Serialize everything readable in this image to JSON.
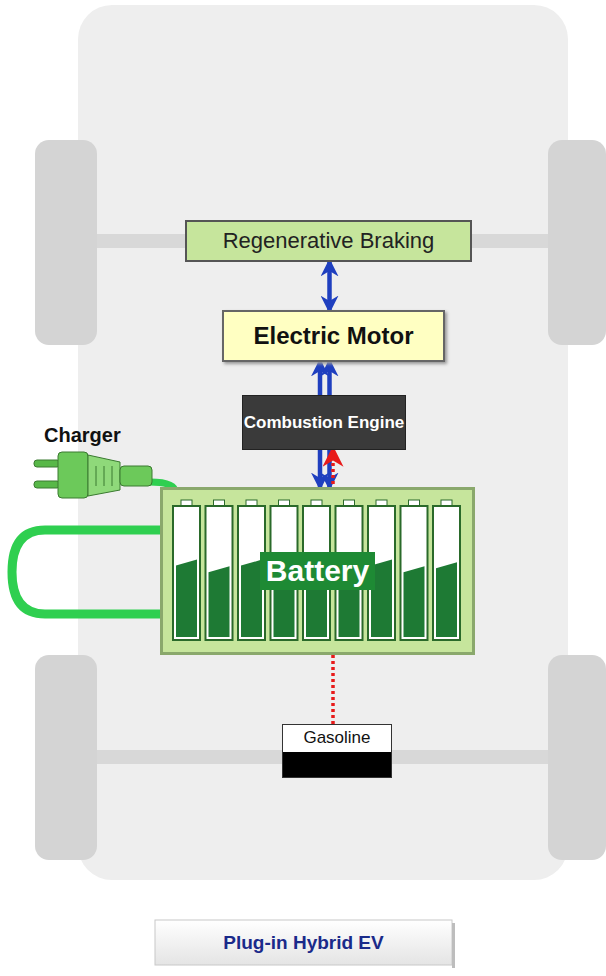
{
  "diagram": {
    "caption": "Plug-in Hybrid EV",
    "nodes": [
      {
        "text": [
          "Regenerative Braking"
        ]
      },
      {
        "text": [
          "Electric Motor"
        ]
      },
      {
        "text": [
          "Combustion Engine"
        ]
      },
      {
        "text": [
          "Battery"
        ]
      },
      {
        "text": [
          "Gasoline"
        ]
      }
    ],
    "edges": [
      {
        "from": 0,
        "to": 1,
        "arrow": "both"
      },
      {
        "from": 2,
        "to": 1,
        "arrow": "to"
      },
      {
        "from": 2,
        "to": 3,
        "arrow": "to"
      },
      {
        "from": 3,
        "to": 1,
        "arrow": "both"
      },
      {
        "from": 4,
        "to": 2,
        "arrow": "to"
      }
    ],
    "labels": [
      "Charger"
    ]
  }
}
